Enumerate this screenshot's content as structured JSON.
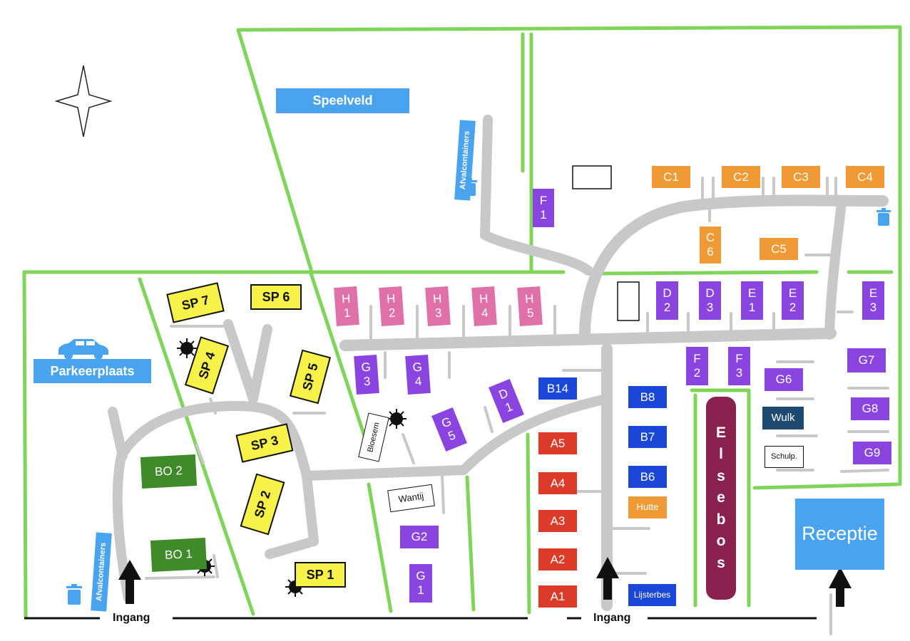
{
  "colors": {
    "border": "#7fd45a",
    "path": "#c8c8c8",
    "orange": "#f09a35",
    "purple": "#8a45e0",
    "pink": "#e070a8",
    "red": "#dc3b2a",
    "darkblue": "#1a47d8",
    "navy": "#1e4a72",
    "green": "#3f8b2a",
    "yellow": "#f7f24a",
    "lightblue": "#4aa3ef",
    "maroon": "#8a2250"
  },
  "labels": {
    "speelveld": "Speelveld",
    "parkeerplaats": "Parkeerplaats",
    "afval1": "Afvalcontainers",
    "afval2": "Afvalcontainers",
    "receptie": "Receptie",
    "ingang1": "Ingang",
    "ingang2": "Ingang",
    "elsebos": [
      "E",
      "l",
      "s",
      "e",
      "b",
      "o",
      "s"
    ]
  },
  "plots": {
    "C1": "C1",
    "C2": "C2",
    "C3": "C3",
    "C4": "C4",
    "C5": "C5",
    "C6": "C\n6",
    "F1": "F\n1",
    "F2": "F\n2",
    "F3": "F\n3",
    "D2": "D\n2",
    "D3": "D\n3",
    "E1": "E\n1",
    "E2": "E\n2",
    "E3": "E\n3",
    "H1": "H\n1",
    "H2": "H\n2",
    "H3": "H\n3",
    "H4": "H\n4",
    "H5": "H\n5",
    "G3": "G\n3",
    "G4": "G\n4",
    "G5": "G\n5",
    "D1": "D\n1",
    "G1": "G\n1",
    "G2": "G2",
    "G6": "G6",
    "G7": "G7",
    "G8": "G8",
    "G9": "G9",
    "B14": "B14",
    "B8": "B8",
    "B7": "B7",
    "B6": "B6",
    "A1": "A1",
    "A2": "A2",
    "A3": "A3",
    "A4": "A4",
    "A5": "A5",
    "Hutte": "Hutte",
    "Lijsterbes": "Lijsterbes",
    "Wulk": "Wulk",
    "Schulp": "Schulp.",
    "Bloesem": "Bloesem",
    "Wantij": "Wantij",
    "BO1": "BO 1",
    "BO2": "BO 2",
    "SP1": "SP 1",
    "SP2": "SP 2",
    "SP3": "SP 3",
    "SP4": "SP 4",
    "SP5": "SP 5",
    "SP6": "SP 6",
    "SP7": "SP 7"
  },
  "icons": [
    "compass-icon",
    "car-icon",
    "trash-icon",
    "sun-icon",
    "arrow-up-icon"
  ]
}
